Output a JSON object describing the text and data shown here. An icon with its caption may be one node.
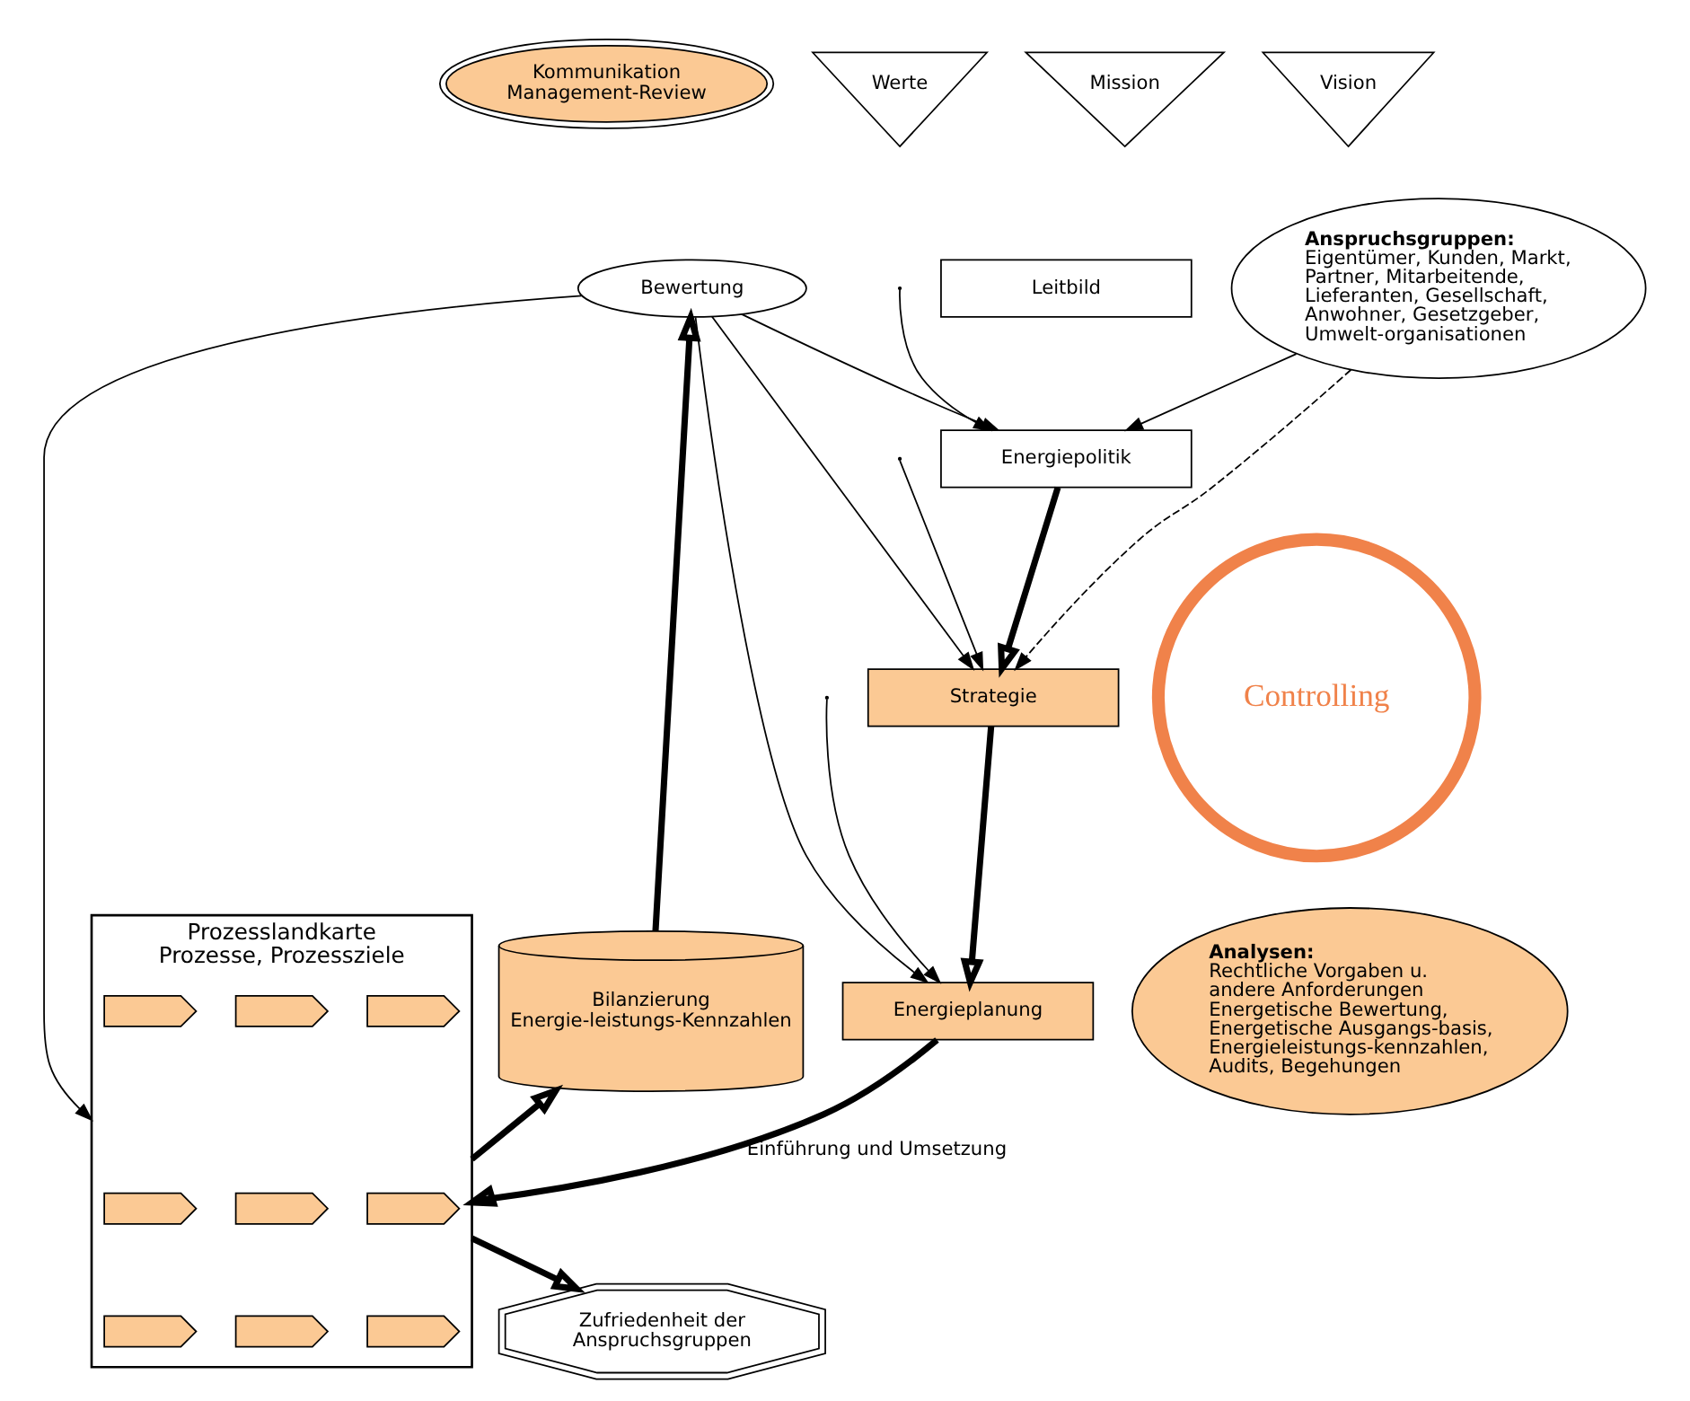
{
  "diagram": {
    "nodes": [
      {
        "text": [
          "Mission"
        ]
      },
      {
        "text": [
          "Vision"
        ]
      },
      {
        "text": [
          "Werte"
        ]
      },
      {
        "text": [
          "Kommunikation Management-Review"
        ]
      },
      {
        "text": [
          "Leitbild"
        ]
      },
      {
        "text": [
          "Energiepolitik"
        ]
      },
      {
        "text": [
          "Anspruchsgruppen:",
          "Eigentümer, Kunden, Markt, Partner, Mitarbeitende, Lieferanten, Gesellschaft, Anwohner, Gesetzgeber, Umwelt-organisationen"
        ]
      },
      {
        "text": [
          "Bewertung"
        ]
      },
      {
        "text": [
          "Strategie"
        ]
      },
      {
        "text": [
          "Controlling"
        ]
      },
      {
        "text": [
          "Energieplanung"
        ]
      },
      {
        "text": [
          "Bilanzierung Energie-leistungs-Kennzahlen"
        ]
      },
      {
        "text": [
          "Analysen:",
          "Rechtliche Vorgaben u. andere Anforderungen Energetische Bewertung, Energetische Ausgangs-basis, Energieleistungs-kennzahlen, Audits, Begehungen"
        ]
      },
      {
        "text": [
          "Prozesslandkarte",
          "Prozesse, Prozessziele"
        ]
      },
      {
        "text": [],
        "shape": "chevron",
        "in": 13
      },
      {
        "text": [],
        "shape": "chevron",
        "in": 13
      },
      {
        "text": [],
        "shape": "chevron",
        "in": 13
      },
      {
        "text": [],
        "shape": "chevron",
        "in": 13
      },
      {
        "text": [],
        "shape": "chevron",
        "in": 13
      },
      {
        "text": [],
        "shape": "chevron",
        "in": 13
      },
      {
        "text": [],
        "shape": "chevron",
        "in": 13
      },
      {
        "text": [],
        "shape": "chevron",
        "in": 13
      },
      {
        "text": [],
        "shape": "chevron",
        "in": 13
      },
      {
        "text": [
          "Zufriedenheit der Anspruchsgruppen"
        ]
      }
    ],
    "edges": [
      {
        "from": 6,
        "to": 5,
        "arrow": "to"
      },
      {
        "from": 7,
        "to": 5,
        "arrow": "to"
      },
      {
        "from": 6,
        "to": 8,
        "arrow": "to",
        "style": "dashed"
      },
      {
        "from": null,
        "to": 5,
        "arrow": "to"
      },
      {
        "from": null,
        "to": 8,
        "arrow": "to"
      },
      {
        "from": null,
        "to": 10,
        "arrow": "to"
      },
      {
        "from": 7,
        "to": 8,
        "arrow": "to"
      },
      {
        "from": 7,
        "to": 10,
        "arrow": "to"
      },
      {
        "from": 7,
        "to": 13,
        "arrow": "to"
      },
      {
        "from": 5,
        "to": 8,
        "arrow": "to",
        "style": "thick"
      },
      {
        "from": 8,
        "to": 10,
        "arrow": "to",
        "style": "thick"
      },
      {
        "from": 10,
        "to": 13,
        "arrow": "to",
        "style": "thick",
        "label": "Einführung und Umsetzung"
      },
      {
        "from": 11,
        "to": 7,
        "arrow": "to",
        "style": "thick"
      },
      {
        "from": 13,
        "to": 11,
        "arrow": "to",
        "style": "thick"
      },
      {
        "from": 13,
        "to": 23,
        "arrow": "to",
        "style": "thick"
      }
    ]
  }
}
